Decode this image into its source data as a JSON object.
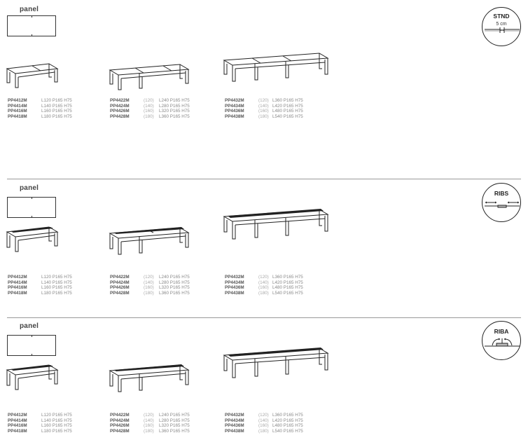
{
  "sections": [
    {
      "panel_label": "panel",
      "badge": {
        "title": "STND",
        "subtitle": "5 cm"
      },
      "groups": [
        {
          "rows": [
            {
              "code": "PP4412M",
              "cap": "",
              "dims": "L120  P165  H75"
            },
            {
              "code": "PP4414M",
              "cap": "",
              "dims": "L140  P165  H75"
            },
            {
              "code": "PP4416M",
              "cap": "",
              "dims": "L160  P165  H75"
            },
            {
              "code": "PP4418M",
              "cap": "",
              "dims": "L180  P165  H75"
            }
          ]
        },
        {
          "rows": [
            {
              "code": "PP4422M",
              "cap": "(120)",
              "dims": "L240  P165  H75"
            },
            {
              "code": "PP4424M",
              "cap": "(140)",
              "dims": "L280  P165  H75"
            },
            {
              "code": "PP4426M",
              "cap": "(160)",
              "dims": "L320  P165  H75"
            },
            {
              "code": "PP4428M",
              "cap": "(180)",
              "dims": "L360  P165  H75"
            }
          ]
        },
        {
          "rows": [
            {
              "code": "PP4432M",
              "cap": "(120)",
              "dims": "L360  P165  H75"
            },
            {
              "code": "PP4434M",
              "cap": "(140)",
              "dims": "L420  P165  H75"
            },
            {
              "code": "PP4436M",
              "cap": "(160)",
              "dims": "L480  P165  H75"
            },
            {
              "code": "PP4438M",
              "cap": "(180)",
              "dims": "L540  P165  H75"
            }
          ]
        }
      ]
    },
    {
      "panel_label": "panel",
      "badge": {
        "title": "RIBS",
        "subtitle": ""
      },
      "groups": [
        {
          "rows": [
            {
              "code": "PP4412M",
              "cap": "",
              "dims": "L120  P165  H75"
            },
            {
              "code": "PP4414M",
              "cap": "",
              "dims": "L140  P165  H75"
            },
            {
              "code": "PP4416M",
              "cap": "",
              "dims": "L160  P165  H75"
            },
            {
              "code": "PP4418M",
              "cap": "",
              "dims": "L180  P165  H75"
            }
          ]
        },
        {
          "rows": [
            {
              "code": "PP4422M",
              "cap": "(120)",
              "dims": "L240  P165  H75"
            },
            {
              "code": "PP4424M",
              "cap": "(140)",
              "dims": "L280  P165  H75"
            },
            {
              "code": "PP4426M",
              "cap": "(160)",
              "dims": "L320  P165  H75"
            },
            {
              "code": "PP4428M",
              "cap": "(180)",
              "dims": "L360  P165  H75"
            }
          ]
        },
        {
          "rows": [
            {
              "code": "PP4432M",
              "cap": "(120)",
              "dims": "L360  P165  H75"
            },
            {
              "code": "PP4434M",
              "cap": "(140)",
              "dims": "L420  P165  H75"
            },
            {
              "code": "PP4436M",
              "cap": "(160)",
              "dims": "L480  P165  H75"
            },
            {
              "code": "PP4438M",
              "cap": "(180)",
              "dims": "L540  P165  H75"
            }
          ]
        }
      ]
    },
    {
      "panel_label": "panel",
      "badge": {
        "title": "RIBA",
        "subtitle": ""
      },
      "groups": [
        {
          "rows": [
            {
              "code": "PP4412M",
              "cap": "",
              "dims": "L120  P165  H75"
            },
            {
              "code": "PP4414M",
              "cap": "",
              "dims": "L140  P165  H75"
            },
            {
              "code": "PP4416M",
              "cap": "",
              "dims": "L160  P165  H75"
            },
            {
              "code": "PP4418M",
              "cap": "",
              "dims": "L180  P165  H75"
            }
          ]
        },
        {
          "rows": [
            {
              "code": "PP4422M",
              "cap": "(120)",
              "dims": "L240  P165  H75"
            },
            {
              "code": "PP4424M",
              "cap": "(140)",
              "dims": "L280  P165  H75"
            },
            {
              "code": "PP4426M",
              "cap": "(160)",
              "dims": "L320  P165  H75"
            },
            {
              "code": "PP4428M",
              "cap": "(180)",
              "dims": "L360  P165  H75"
            }
          ]
        },
        {
          "rows": [
            {
              "code": "PP4432M",
              "cap": "(120)",
              "dims": "L360  P165  H75"
            },
            {
              "code": "PP4434M",
              "cap": "(140)",
              "dims": "L420  P165  H75"
            },
            {
              "code": "PP4436M",
              "cap": "(160)",
              "dims": "L480  P165  H75"
            },
            {
              "code": "PP4438M",
              "cap": "(180)",
              "dims": "L540  P165  H75"
            }
          ]
        }
      ]
    }
  ]
}
